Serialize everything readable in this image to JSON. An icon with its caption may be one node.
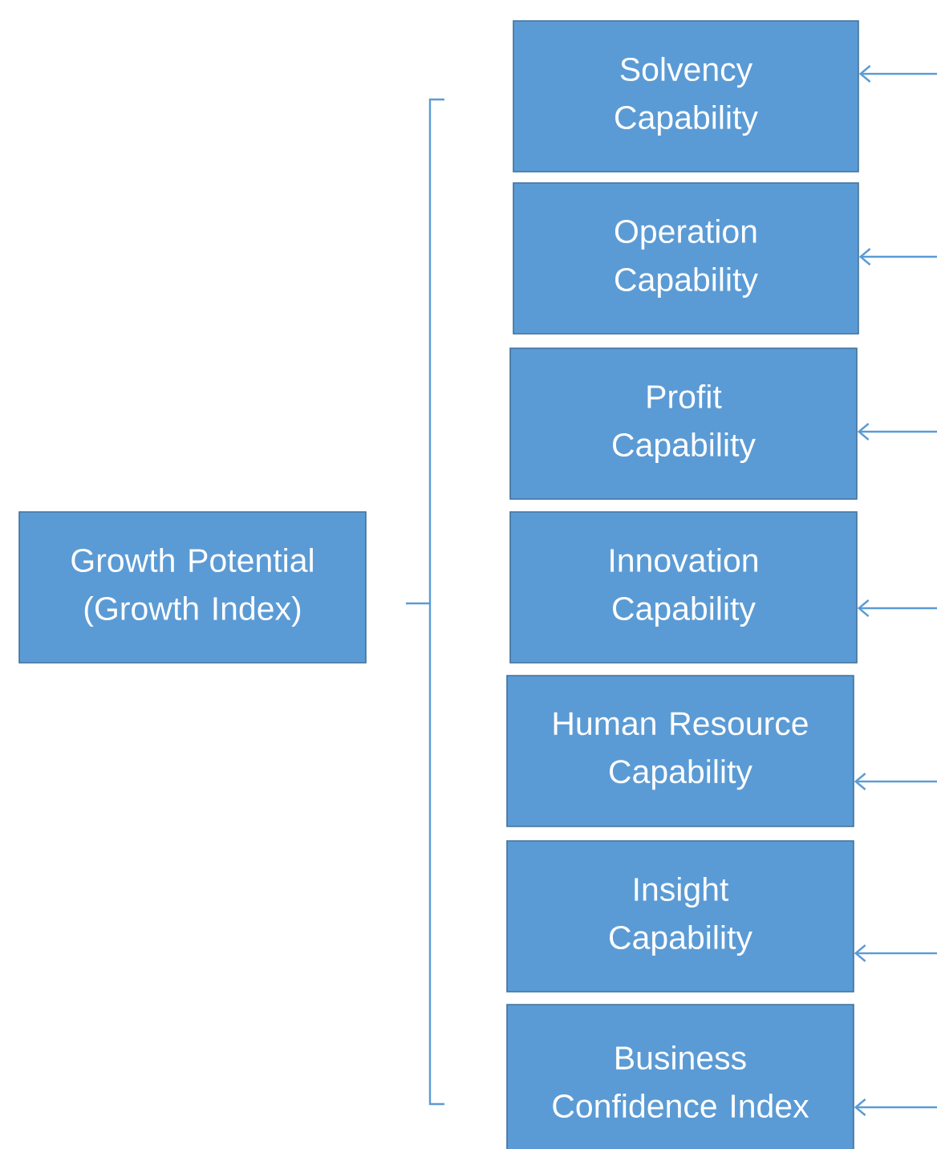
{
  "diagram": {
    "nodes": [
      {
        "text": [
          "Growth Potential (Growth Index)"
        ]
      },
      {
        "text": [
          "Solvency Capability"
        ]
      },
      {
        "text": [
          "Operation Capability"
        ]
      },
      {
        "text": [
          "Profit Capability"
        ]
      },
      {
        "text": [
          "Innovation Capability"
        ]
      },
      {
        "text": [
          "Human Resource Capability"
        ]
      },
      {
        "text": [
          "Insight Capability"
        ]
      },
      {
        "text": [
          "Business Confidence Index"
        ]
      }
    ],
    "edges": [
      {
        "from": null,
        "to": 1,
        "arrow": "to"
      },
      {
        "from": null,
        "to": 2,
        "arrow": "to"
      },
      {
        "from": null,
        "to": 3,
        "arrow": "to"
      },
      {
        "from": null,
        "to": 4,
        "arrow": "to"
      },
      {
        "from": null,
        "to": 5,
        "arrow": "to"
      },
      {
        "from": null,
        "to": 6,
        "arrow": "to"
      },
      {
        "from": null,
        "to": 7,
        "arrow": "to"
      }
    ]
  }
}
